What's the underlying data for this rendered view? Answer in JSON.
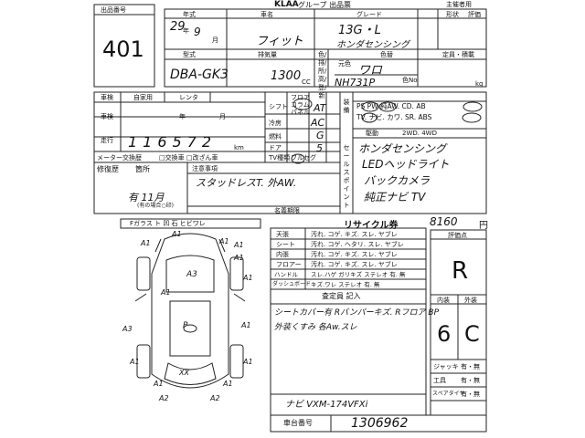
{
  "header": {
    "lot_label": "出品番号",
    "lot_number": "401",
    "logo": "KLAA",
    "title": "グループ 出品票",
    "owner_label": "主催者用",
    "eval_hdr": "評価"
  },
  "row1": {
    "year_label": "年式",
    "car_name_label": "車名",
    "grade_label": "グレード",
    "shape_label": "形状",
    "year_value": "29",
    "month_value": "9",
    "year_unit": "年",
    "month_unit": "月",
    "car_name": "フィット",
    "grade_line1": "13G・L",
    "grade_line2": "ホンダセンシング"
  },
  "row2": {
    "model_label": "型式",
    "displacement_label": "排気量",
    "color_label": "色替",
    "original_color_label": "元色",
    "color_no_label": "色No",
    "model_value": "DBA-GK3",
    "displacement_value": "1300",
    "cc_unit": "CC",
    "original_color": "ワロ",
    "color_no": "NH731P",
    "capacity_label": "定員・積載",
    "weight_unit": "kg",
    "side_chars": "色/排/所/高/登/新"
  },
  "row3": {
    "inspection_label": "車検",
    "jikagyo": "自家用",
    "rental": "レンタ",
    "shaken_label": "車検",
    "nen": "年",
    "tsuki": "月",
    "mileage_label": "走行",
    "mileage_value": "116572",
    "km_unit": "km",
    "shift_label": "シフト",
    "floor": "フロア",
    "column": "コラム",
    "panel": "パネル",
    "shift_value": "AT",
    "ac_label": "冷房",
    "ac_value": "AC",
    "fuel_label": "燃料",
    "fuel_value": "G",
    "door_label": "ドア",
    "door_value": "5",
    "equip_header": "装備",
    "equip_line1": "PS PW 純AW. CD. AB",
    "equip_line2": "TV. ナビ. カワ. SR. ABS",
    "drive_label": "駆動",
    "drive_values": "2WD.  4WD",
    "tv_label": "TV種類",
    "tv_value": "フルセグ"
  },
  "left_mid": {
    "meter_label": "メーター交換歴",
    "meter_options": "□交換車  □改ざん車",
    "repair_label": "修復歴",
    "repair_area_label": "箇所",
    "notes_label": "注意事項",
    "notes_value": "スタッドレスT. 外AW.",
    "name_change_label": "名義期限",
    "handwritten_left": "有 11月",
    "handwritten_left_note": "(有の場合○印)"
  },
  "sales_point": {
    "label": "セールスポイント",
    "lines": [
      "ホンダセンシング",
      "LEDヘッドライト",
      "バックカメラ",
      "純正ナビ TV"
    ]
  },
  "diagram": {
    "legend": "Fガラス  ト  凹  石  ヒビワレ",
    "marks": [
      "A1",
      "A1",
      "A1",
      "A1",
      "A3",
      "A1",
      "P",
      "A3",
      "A1",
      "A1",
      "A2",
      "A2",
      "A1",
      "A1",
      "XX",
      "A1",
      "A1",
      "A1"
    ]
  },
  "recycle": {
    "label": "リサイクル券",
    "amount": "8160",
    "unit": "円",
    "eval_label": "評価点",
    "score": "R",
    "interior_label": "内装",
    "exterior_label": "外装",
    "interior_score": "6",
    "exterior_score": "C"
  },
  "conditions": [
    {
      "label": "天張",
      "values": "汚れ. コゲ. キズ. スレ. ヤブレ"
    },
    {
      "label": "シート",
      "values": "汚れ. コゲ. ヘタリ. スレ. ヤブレ"
    },
    {
      "label": "内張",
      "values": "汚れ. コゲ. キズ. スレ. ヤブレ"
    },
    {
      "label": "フロアー",
      "values": "汚れ. コゲ. キズ. スレ. ヤブレ"
    },
    {
      "label": "ハンドル",
      "values": "スレ.ハゲ  ガリキズ  ステレオ  有. 無"
    },
    {
      "label": "ダッシュボード",
      "values": "キズ.ワレ  ステレオ  有. 無"
    }
  ],
  "inspector": {
    "label": "査定員 記入",
    "lines": [
      "シートカバー有  Rバンパーキズ. Rフロア BP",
      "外装くすみ  各Aw.スレ"
    ]
  },
  "right_small": [
    {
      "label": "ジャッキ",
      "value": "有・無"
    },
    {
      "label": "工具",
      "value": "有・無"
    },
    {
      "label": "スペアタイヤ",
      "value": "有・無"
    }
  ],
  "navi": "ナビ  VXM-174VFXi",
  "chassis": {
    "label": "車台番号",
    "value": "1306962"
  }
}
